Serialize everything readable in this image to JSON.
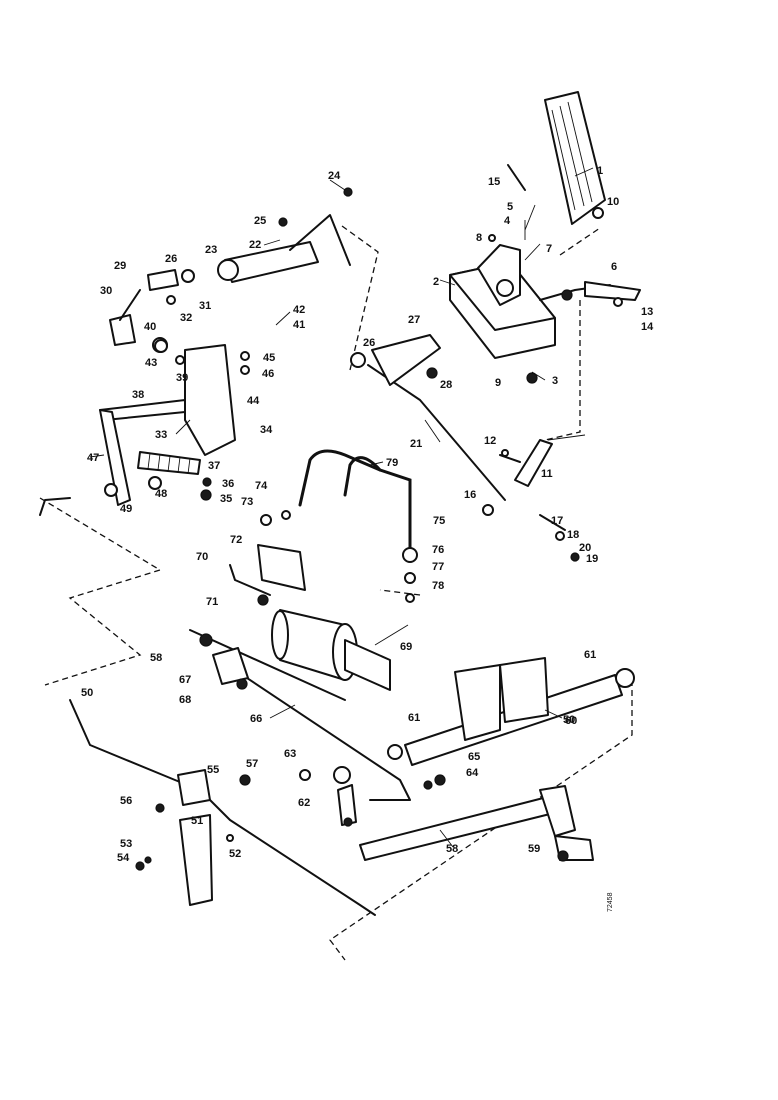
{
  "diagram": {
    "reference_code": "72458",
    "callouts": [
      "1",
      "2",
      "3",
      "4",
      "5",
      "6",
      "7",
      "8",
      "9",
      "10",
      "11",
      "12",
      "13",
      "14",
      "15",
      "16",
      "17",
      "18",
      "19",
      "20",
      "21",
      "22",
      "23",
      "24",
      "25",
      "26",
      "26",
      "27",
      "28",
      "29",
      "30",
      "31",
      "32",
      "33",
      "34",
      "35",
      "36",
      "37",
      "38",
      "39",
      "40",
      "41",
      "42",
      "43",
      "44",
      "45",
      "46",
      "47",
      "48",
      "49",
      "50",
      "50",
      "51",
      "52",
      "53",
      "54",
      "55",
      "56",
      "57",
      "58",
      "58",
      "59",
      "60",
      "61",
      "61",
      "62",
      "63",
      "64",
      "65",
      "66",
      "67",
      "68",
      "69",
      "70",
      "71",
      "72",
      "73",
      "74",
      "75",
      "76",
      "77",
      "78",
      "79"
    ]
  }
}
